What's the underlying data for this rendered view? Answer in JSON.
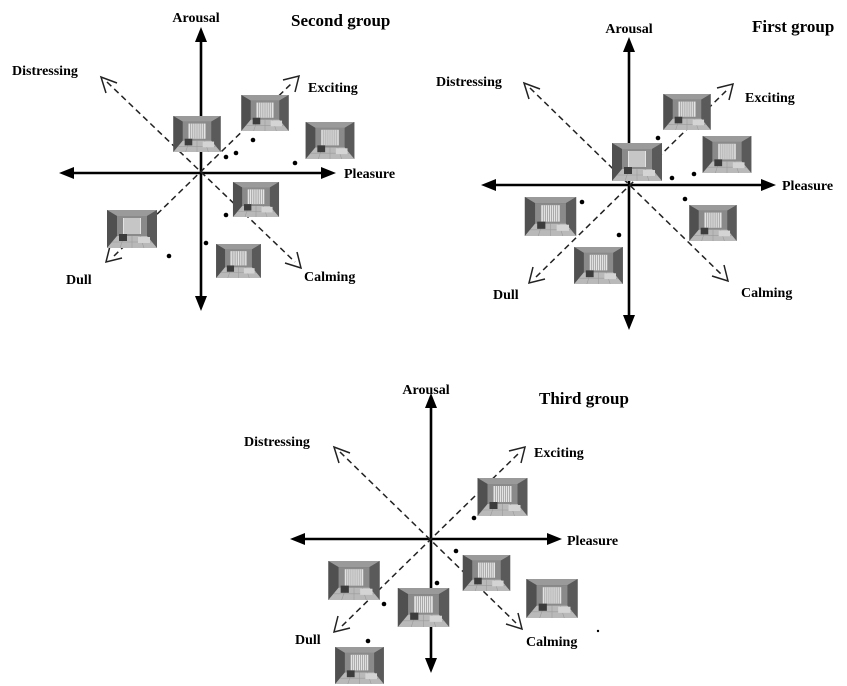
{
  "axis_labels": {
    "arousal": "Arousal",
    "pleasure": "Pleasure",
    "distressing": "Distressing",
    "exciting": "Exciting",
    "dull": "Dull",
    "calming": "Calming"
  },
  "groups": [
    {
      "id": "second",
      "title": "Second group",
      "room_images": 6
    },
    {
      "id": "first",
      "title": "First group",
      "room_images": 6
    },
    {
      "id": "third",
      "title": "Third group",
      "room_images": 6
    }
  ],
  "colors": {
    "axis": "#000000",
    "room_wall": "#8a8a8a",
    "room_floor": "#b9b9b9",
    "room_window": "#e3e3e3"
  },
  "icons": [
    "room-thumbnail-icon"
  ]
}
